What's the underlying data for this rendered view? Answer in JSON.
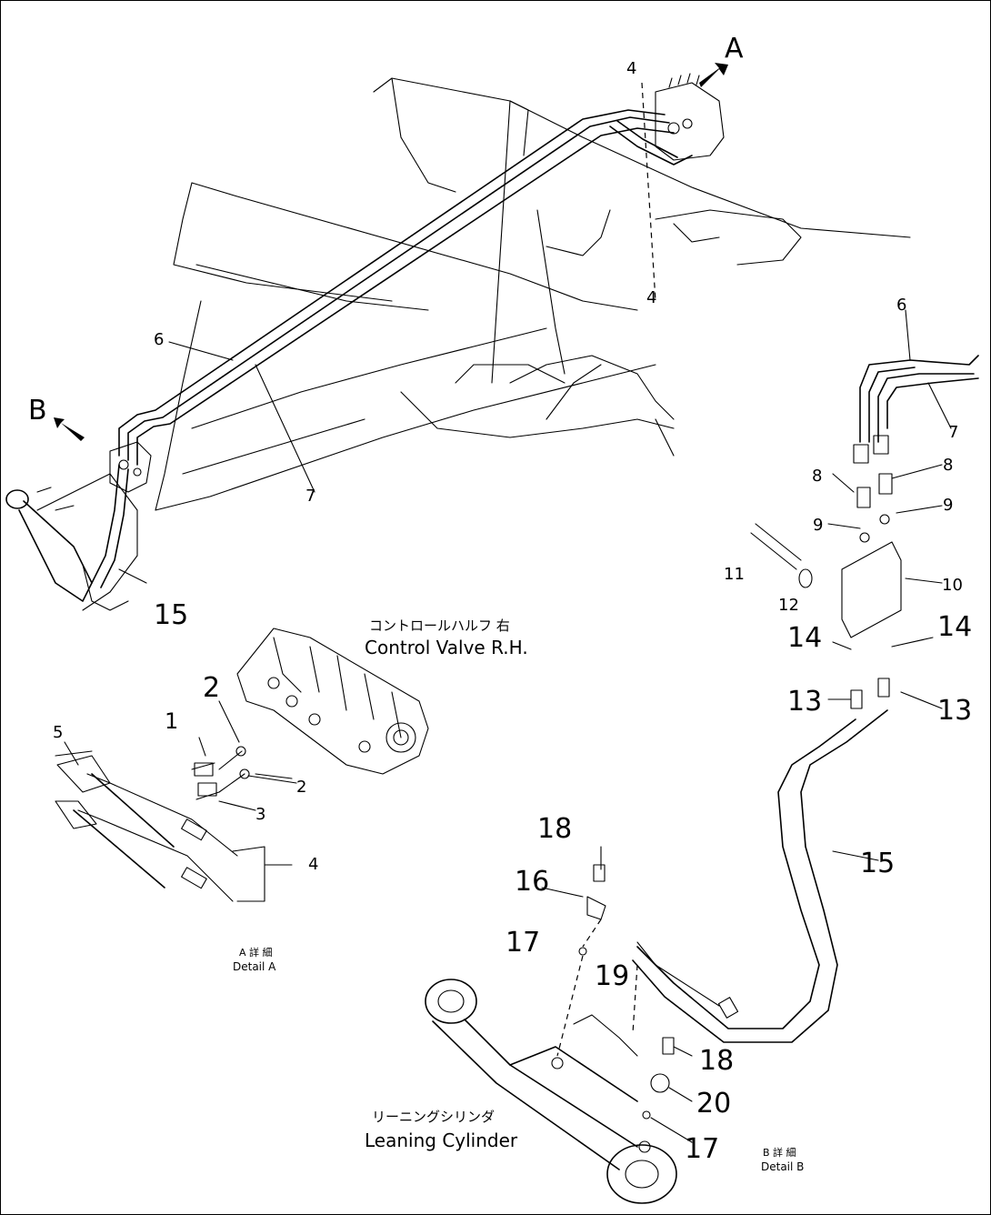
{
  "labels": {
    "A": "A",
    "B": "B",
    "n1": "1",
    "n2": "2",
    "n3": "3",
    "n4": "4",
    "n5": "5",
    "n6": "6",
    "n7": "7",
    "n8": "8",
    "n9": "9",
    "n10": "10",
    "n11": "11",
    "n12": "12",
    "n13": "13",
    "n14": "14",
    "n15": "15",
    "n16": "16",
    "n17": "17",
    "n18": "18",
    "n19": "19",
    "n20": "20"
  },
  "captions": {
    "control_valve_jp": "コントロールハルフ 右",
    "control_valve_en": "Control Valve R.H.",
    "detail_a_jp": "A 詳 細",
    "detail_a_en": "Detail A",
    "leaning_cyl_jp": "リーニングシリンダ",
    "leaning_cyl_en": "Leaning Cylinder",
    "detail_b_jp": "B 詳 細",
    "detail_b_en": "Detail B"
  }
}
